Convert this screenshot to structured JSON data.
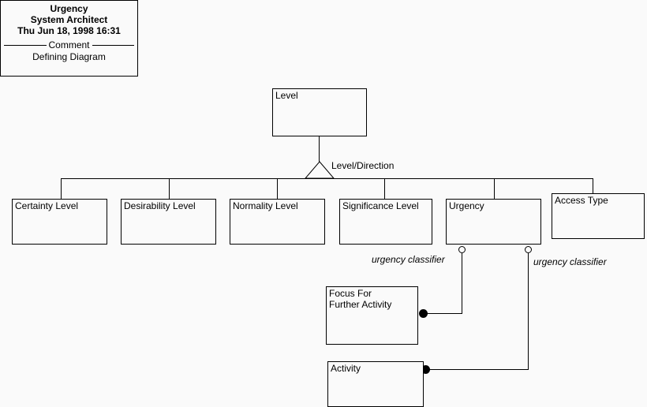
{
  "title_block": {
    "name": "title-block",
    "title": "Urgency",
    "tool": "System Architect",
    "timestamp": "Thu Jun 18, 1998  16:31",
    "divider_caption": "Comment",
    "comment": "Defining Diagram"
  },
  "diagram": {
    "superclass": {
      "label": "Level"
    },
    "generalization": {
      "label": "Level/Direction"
    },
    "subclasses": [
      {
        "label": "Certainty Level"
      },
      {
        "label": "Desirability Level"
      },
      {
        "label": "Normality Level"
      },
      {
        "label": "Significance Level"
      },
      {
        "label": "Urgency"
      },
      {
        "label": "Access Type"
      }
    ],
    "associated": [
      {
        "label": "Focus For\nFurther Activity"
      },
      {
        "label": "Activity"
      }
    ],
    "associations": [
      {
        "role": "urgency classifier",
        "from": "Urgency",
        "to": "Focus For Further Activity"
      },
      {
        "role": "urgency classifier",
        "from": "Urgency",
        "to": "Activity"
      }
    ]
  },
  "colors": {
    "line": "#000000",
    "fill": "#fafafa",
    "page": "#ffffff"
  }
}
